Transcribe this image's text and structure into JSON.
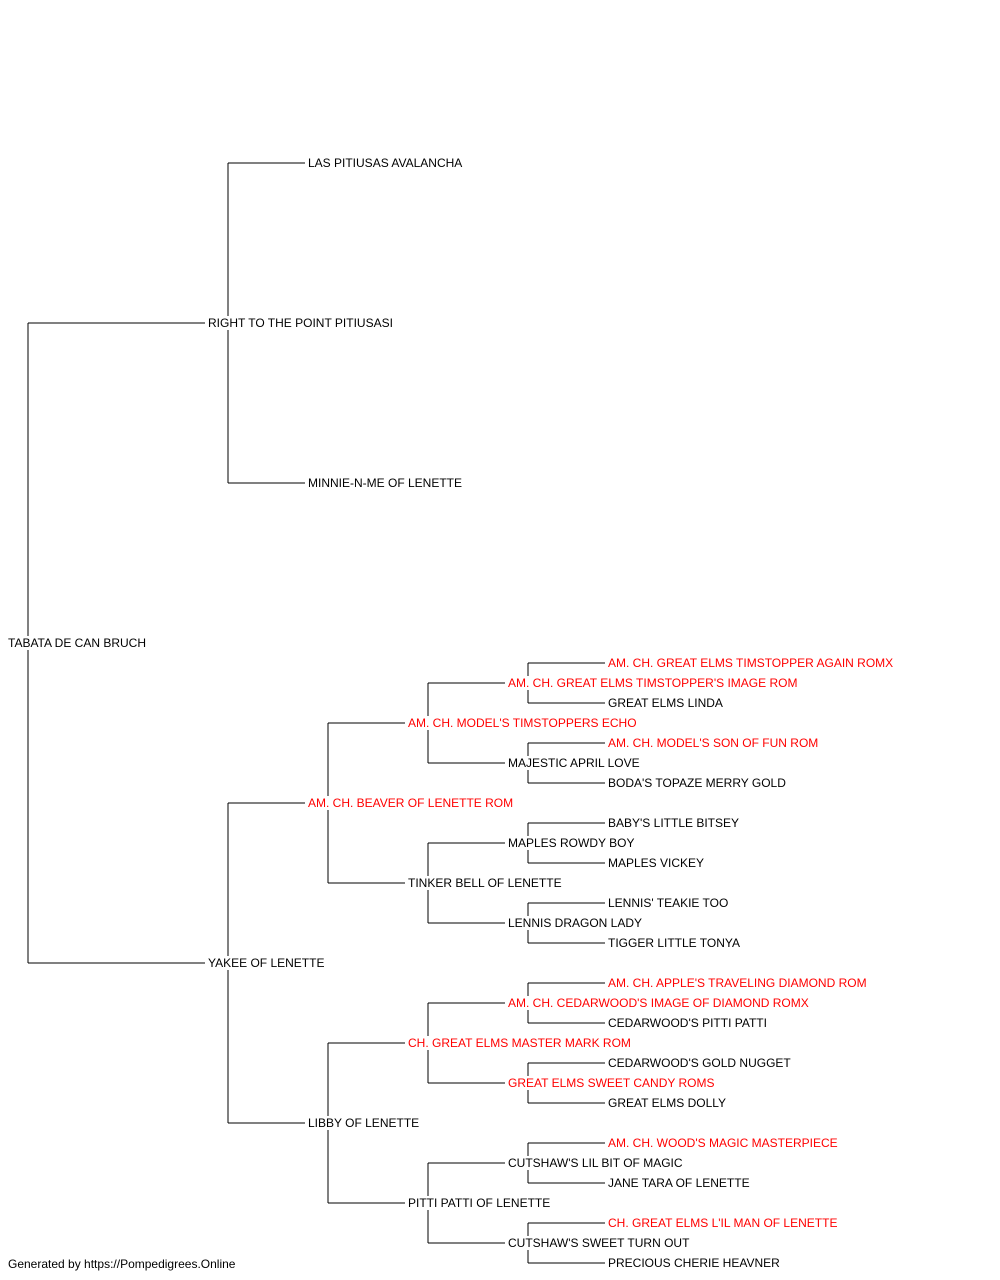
{
  "colors": {
    "champion": "#ff0000",
    "normal": "#000000",
    "connector": "#000000"
  },
  "pedigree": {
    "name": "TABATA DE CAN BRUCH",
    "champion": false,
    "sire": {
      "name": "RIGHT TO THE POINT PITIUSASI",
      "champion": false,
      "sire": {
        "name": "LAS PITIUSAS AVALANCHA",
        "champion": false
      },
      "dam": {
        "name": "MINNIE-N-ME OF LENETTE",
        "champion": false
      }
    },
    "dam": {
      "name": "YAKEE OF LENETTE",
      "champion": false,
      "sire": {
        "name": "AM. CH. BEAVER OF LENETTE ROM",
        "champion": true,
        "sire": {
          "name": "AM. CH. MODEL'S TIMSTOPPERS ECHO",
          "champion": true,
          "sire": {
            "name": "AM. CH. GREAT ELMS TIMSTOPPER'S IMAGE ROM",
            "champion": true,
            "sire": {
              "name": "AM. CH. GREAT ELMS TIMSTOPPER AGAIN ROMX",
              "champion": true
            },
            "dam": {
              "name": "GREAT ELMS LINDA",
              "champion": false
            }
          },
          "dam": {
            "name": "MAJESTIC APRIL LOVE",
            "champion": false,
            "sire": {
              "name": "AM. CH. MODEL'S SON OF FUN ROM",
              "champion": true
            },
            "dam": {
              "name": "BODA'S TOPAZE MERRY GOLD",
              "champion": false
            }
          }
        },
        "dam": {
          "name": "TINKER BELL OF LENETTE",
          "champion": false,
          "sire": {
            "name": "MAPLES ROWDY BOY",
            "champion": false,
            "sire": {
              "name": "BABY'S LITTLE BITSEY",
              "champion": false
            },
            "dam": {
              "name": "MAPLES VICKEY",
              "champion": false
            }
          },
          "dam": {
            "name": "LENNIS DRAGON LADY",
            "champion": false,
            "sire": {
              "name": "LENNIS' TEAKIE TOO",
              "champion": false
            },
            "dam": {
              "name": "TIGGER LITTLE TONYA",
              "champion": false
            }
          }
        }
      },
      "dam": {
        "name": "LIBBY OF LENETTE",
        "champion": false,
        "sire": {
          "name": "CH. GREAT ELMS MASTER MARK ROM",
          "champion": true,
          "sire": {
            "name": "AM. CH. CEDARWOOD'S IMAGE OF DIAMOND ROMX",
            "champion": true,
            "sire": {
              "name": "AM. CH. APPLE'S TRAVELING DIAMOND ROM",
              "champion": true
            },
            "dam": {
              "name": "CEDARWOOD'S PITTI PATTI",
              "champion": false
            }
          },
          "dam": {
            "name": "GREAT ELMS SWEET CANDY ROMS",
            "champion": true,
            "sire": {
              "name": "CEDARWOOD'S GOLD NUGGET",
              "champion": false
            },
            "dam": {
              "name": "GREAT ELMS DOLLY",
              "champion": false
            }
          }
        },
        "dam": {
          "name": "PITTI PATTI OF LENETTE",
          "champion": false,
          "sire": {
            "name": "CUTSHAW'S LIL BIT OF MAGIC",
            "champion": false,
            "sire": {
              "name": "AM. CH. WOOD'S MAGIC MASTERPIECE",
              "champion": true
            },
            "dam": {
              "name": "JANE TARA OF LENETTE",
              "champion": false
            }
          },
          "dam": {
            "name": "CUTSHAW'S SWEET TURN OUT",
            "champion": false,
            "sire": {
              "name": "CH. GREAT ELMS L'IL MAN OF LENETTE",
              "champion": true
            },
            "dam": {
              "name": "PRECIOUS CHERIE HEAVNER",
              "champion": false
            }
          }
        }
      }
    }
  },
  "footer": "Generated by https://Pompedigrees.Online"
}
